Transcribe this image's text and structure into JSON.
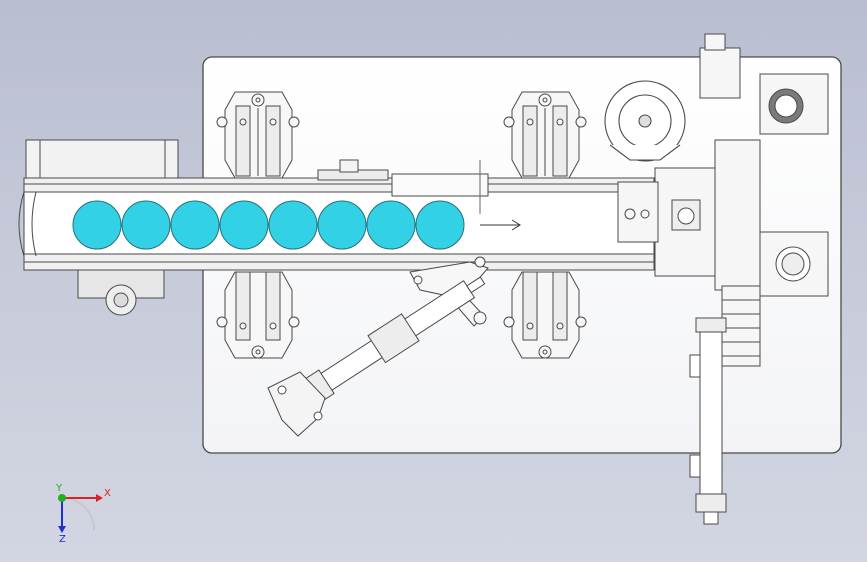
{
  "view": {
    "type": "cad-top-view",
    "subject": "conveyor-feeding-mechanism",
    "product_count": 8,
    "product_color": "#33d1e6",
    "background_top": "#b9bed0",
    "background_bottom": "#d3d6e2"
  },
  "triad": {
    "x_label": "X",
    "y_label": "Y",
    "z_label": "Z",
    "x_color": "#e02020",
    "y_color": "#20b020",
    "z_color": "#2030d0"
  }
}
